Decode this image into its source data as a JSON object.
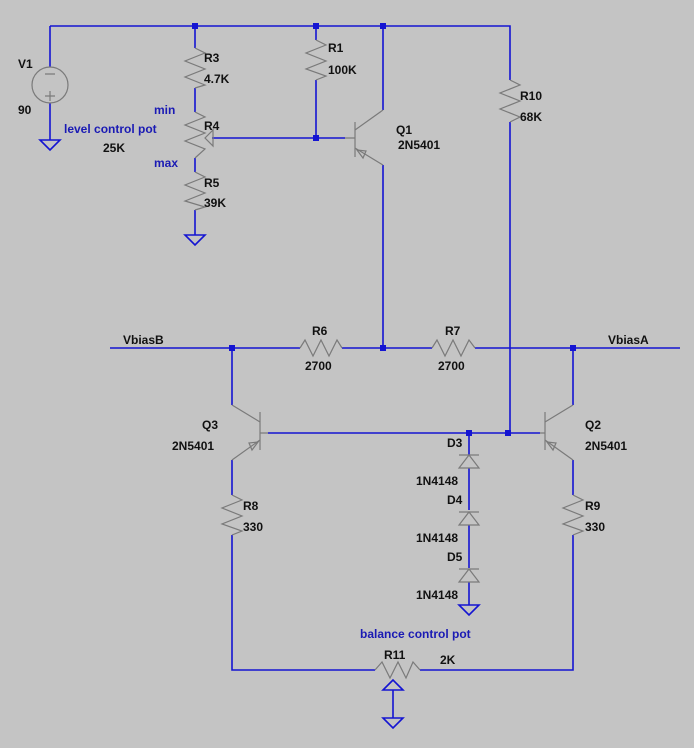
{
  "components": {
    "V1": {
      "name": "V1",
      "value": "90"
    },
    "R1": {
      "name": "R1",
      "value": "100K"
    },
    "R3": {
      "name": "R3",
      "value": "4.7K"
    },
    "R4": {
      "name": "R4",
      "value": "25K",
      "label": "level control pot",
      "min": "min",
      "max": "max"
    },
    "R5": {
      "name": "R5",
      "value": "39K"
    },
    "R6": {
      "name": "R6",
      "value": "2700"
    },
    "R7": {
      "name": "R7",
      "value": "2700"
    },
    "R8": {
      "name": "R8",
      "value": "330"
    },
    "R9": {
      "name": "R9",
      "value": "330"
    },
    "R10": {
      "name": "R10",
      "value": "68K"
    },
    "R11": {
      "name": "R11",
      "value": "2K",
      "label": "balance control pot"
    },
    "Q1": {
      "name": "Q1",
      "value": "2N5401"
    },
    "Q2": {
      "name": "Q2",
      "value": "2N5401"
    },
    "Q3": {
      "name": "Q3",
      "value": "2N5401"
    },
    "D3": {
      "name": "D3",
      "value": "1N4148"
    },
    "D4": {
      "name": "D4",
      "value": "1N4148"
    },
    "D5": {
      "name": "D5",
      "value": "1N4148"
    }
  },
  "nets": {
    "vbiasA": "VbiasA",
    "vbiasB": "VbiasB"
  },
  "colors": {
    "background": "#c4c4c4",
    "wire": "#1414d2",
    "component": "#7a7a7a",
    "annotation": "#1a1ab4"
  }
}
